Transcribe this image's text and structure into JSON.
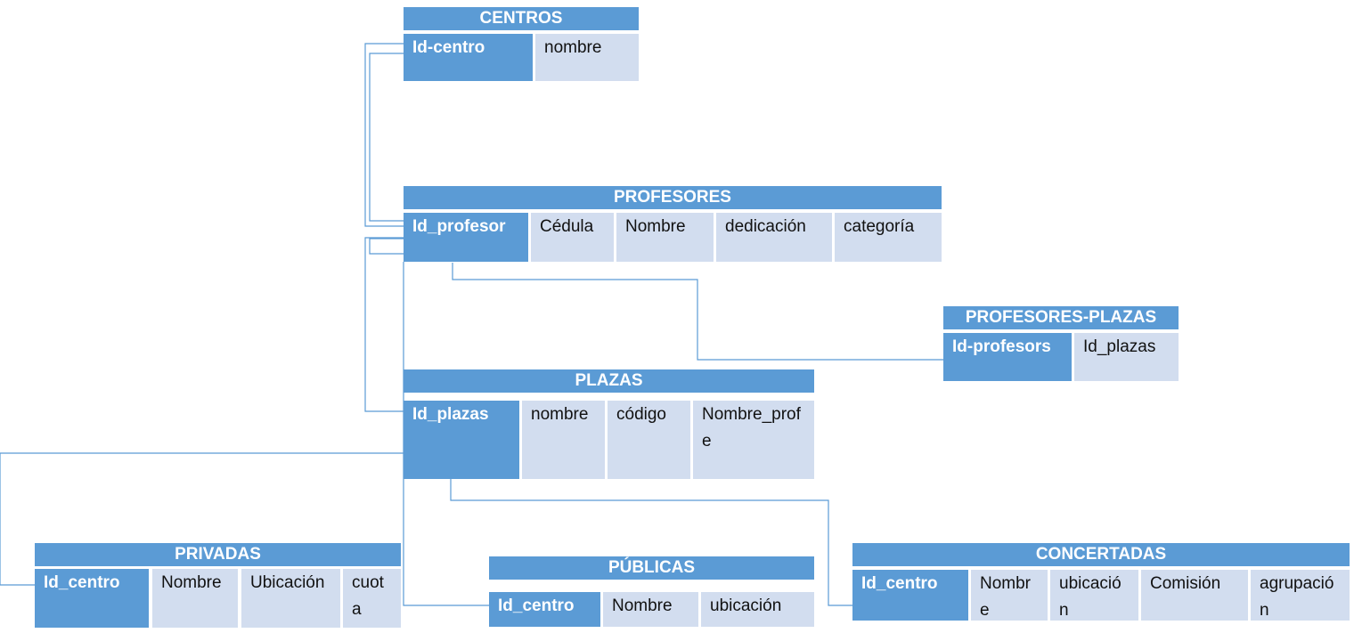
{
  "centros": {
    "title": "CENTROS",
    "fields": [
      "Id-centro",
      "nombre"
    ]
  },
  "profesores": {
    "title": "PROFESORES",
    "fields": [
      "Id_profesor",
      "Cédula",
      "Nombre",
      "dedicación",
      "categoría"
    ]
  },
  "profesores_plazas": {
    "title": "PROFESORES-PLAZAS",
    "fields": [
      "Id-profesors",
      "Id_plazas"
    ]
  },
  "plazas": {
    "title": "PLAZAS",
    "fields": [
      "Id_plazas",
      "nombre",
      "código",
      "Nombre_profe"
    ]
  },
  "privadas": {
    "title": "PRIVADAS",
    "fields": [
      "Id_centro",
      "Nombre",
      "Ubicación",
      "cuota"
    ]
  },
  "publicas": {
    "title": "PÚBLICAS",
    "fields": [
      "Id_centro",
      "Nombre",
      "ubicación"
    ]
  },
  "concertadas": {
    "title": "CONCERTADAS",
    "fields": [
      "Id_centro",
      "Nombre",
      "ubicación",
      "Comisión",
      "agrupación"
    ]
  }
}
